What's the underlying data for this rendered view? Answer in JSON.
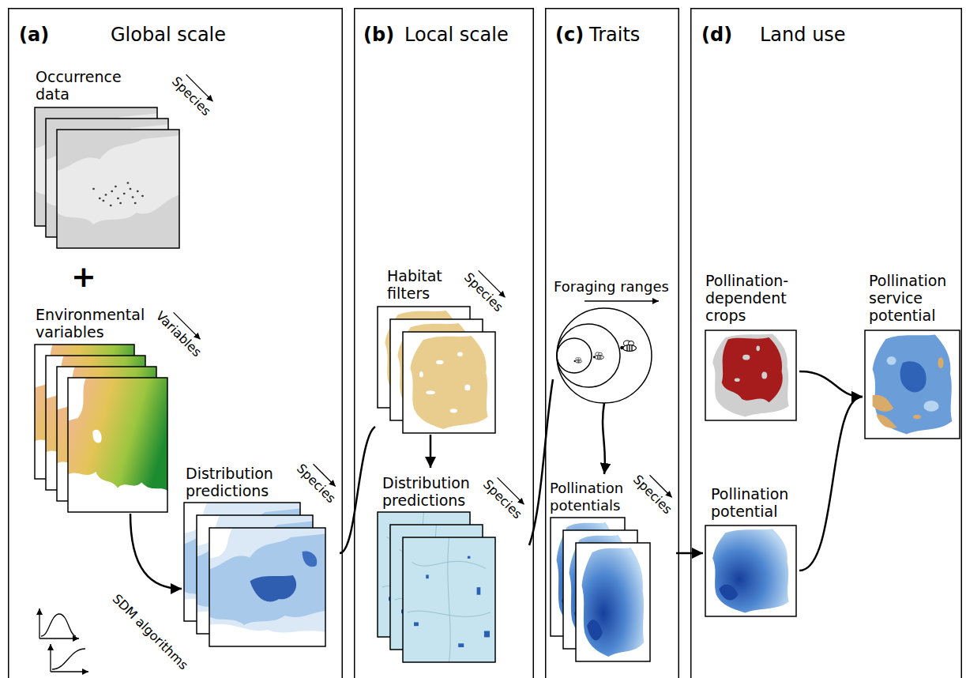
{
  "diagram": {
    "nodes": [
      {
        "text": [
          "(a)",
          "Global scale"
        ]
      },
      {
        "text": [
          "Occurrence data",
          "Species"
        ],
        "in": 0
      },
      {
        "text": [
          "Environmental variables",
          "Variables"
        ],
        "in": 0
      },
      {
        "text": [
          "Distribution predictions",
          "Species"
        ],
        "in": 0
      },
      {
        "text": [
          "(b)",
          "Local scale"
        ]
      },
      {
        "text": [
          "Habitat filters",
          "Species"
        ],
        "in": 4
      },
      {
        "text": [
          "Distribution predictions",
          "Species"
        ],
        "in": 4
      },
      {
        "text": [
          "(c)",
          "Traits"
        ]
      },
      {
        "text": [
          "Foraging ranges"
        ],
        "in": 7
      },
      {
        "text": [
          "Pollination potentials",
          "Species"
        ],
        "in": 7
      },
      {
        "text": [
          "(d)",
          "Land use"
        ]
      },
      {
        "text": [
          "Pollination-dependent crops"
        ],
        "in": 10
      },
      {
        "text": [
          "Pollination potential"
        ],
        "in": 10
      },
      {
        "text": [
          "Pollination service potential"
        ],
        "in": 10
      }
    ],
    "edges": [
      {
        "from": 2,
        "to": 3,
        "arrow": "to"
      },
      {
        "from": 3,
        "to": 5,
        "arrow": "none"
      },
      {
        "from": 5,
        "to": 6,
        "arrow": "to"
      },
      {
        "from": 6,
        "to": 8,
        "arrow": "none"
      },
      {
        "from": 8,
        "to": 9,
        "arrow": "to"
      },
      {
        "from": 9,
        "to": 12,
        "arrow": "to"
      },
      {
        "from": 11,
        "to": 13,
        "arrow": "to"
      },
      {
        "from": 12,
        "to": 13,
        "arrow": "to"
      }
    ],
    "labels": [
      "+",
      "SDM algorithms"
    ]
  }
}
